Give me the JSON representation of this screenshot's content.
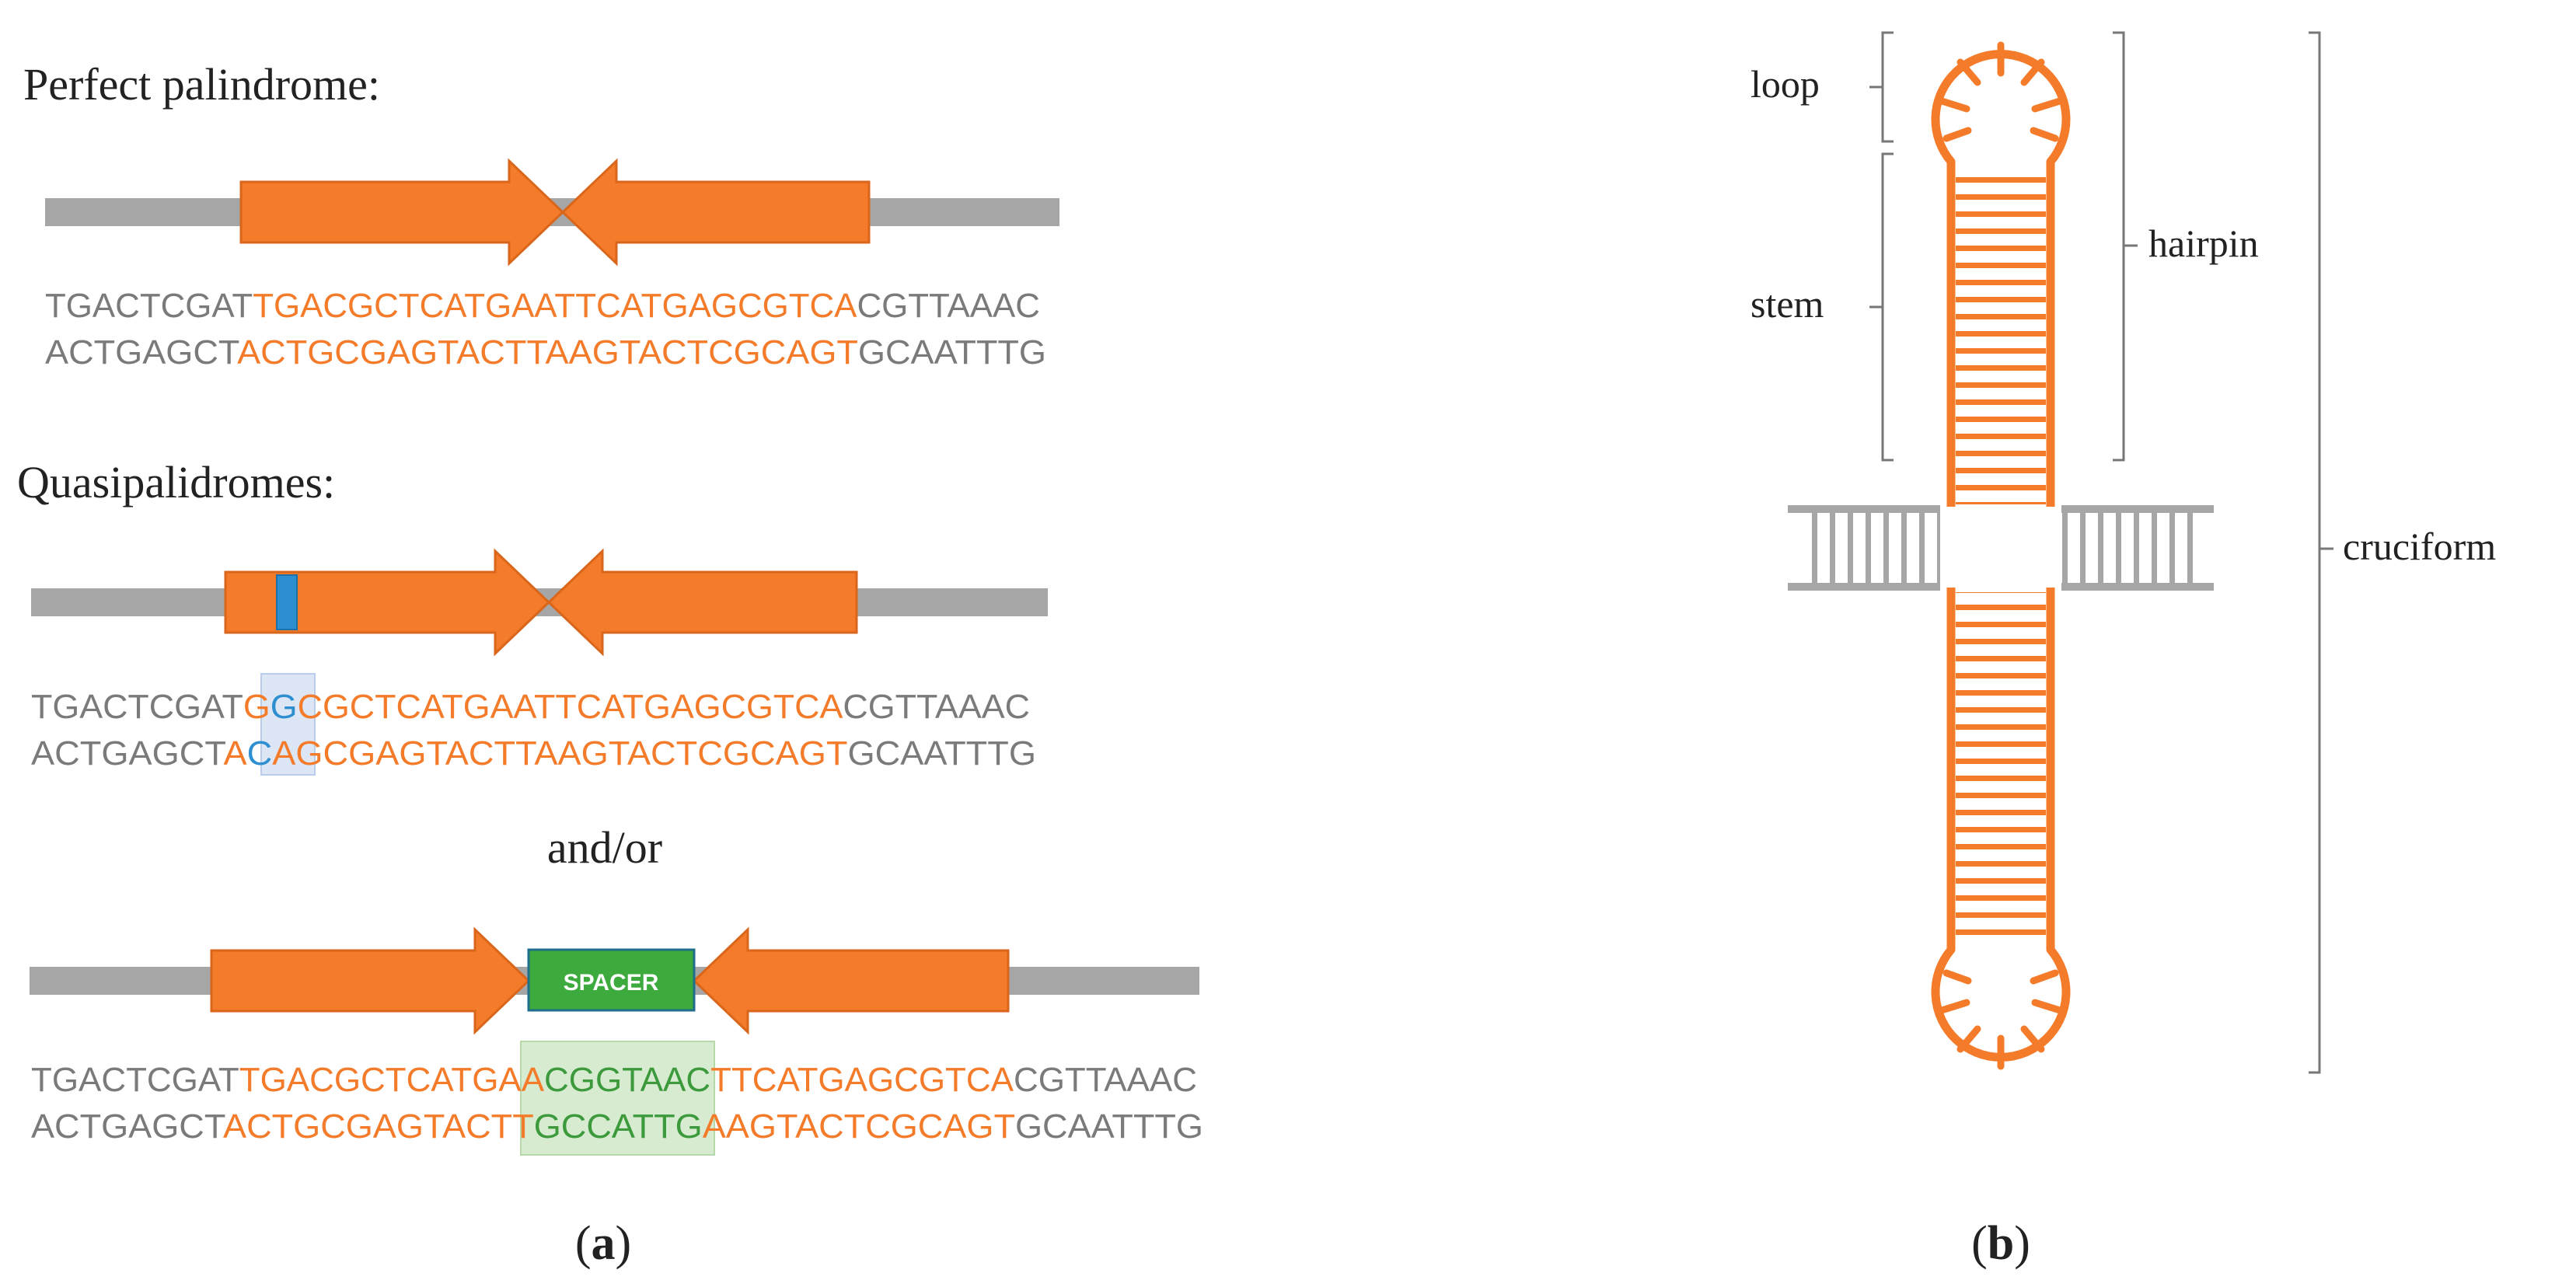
{
  "colors": {
    "orange": "#F47B2A",
    "orange_edge": "#D9661B",
    "gray": "#A6A6A6",
    "gray_text": "#7A7A7A",
    "blue": "#2E8FD0",
    "blue_highlight": "#DCE6F5",
    "green": "#3DAA3D",
    "green_text": "#3C9A3C",
    "green_highlight": "#D6EBCF"
  },
  "panel_a": {
    "label": "a",
    "perfect_title": "Perfect palindrome:",
    "quasi_title": "Quasipalidromes:",
    "andor": "and/or",
    "spacer_label": "SPACER",
    "perfect": {
      "top": {
        "pre": "TGACTCGAT",
        "pal": "TGACGCTCATGAATTCATGAGCGTCA",
        "post": "CGTTAAAC"
      },
      "bottom": {
        "pre": "ACTGAGCT",
        "pal": "ACTGCGAGTACTTAAGTACTCGCAGT",
        "post": "GCAATTTG"
      }
    },
    "quasi": {
      "top": {
        "pre": "TGACTCGAT",
        "pal_a": "G",
        "mismatch": "G",
        "pal_b": "CGCTCATGAATTCATGAGCGTCA",
        "post": "CGTTAAAC"
      },
      "bottom": {
        "pre": "ACTGAGCT",
        "pal_a": "A",
        "mismatch": "C",
        "pal_b": "AGCGAGTACTTAAGTACTCGCAGT",
        "post": "GCAATTTG"
      }
    },
    "spacer": {
      "top": {
        "pre": "TGACTCGAT",
        "pal_a": "TGACGCTCATGAA",
        "spacer": "CGGTAAC",
        "pal_b": "TTCATGAGCGTCA",
        "post": "CGTTAAAC"
      },
      "bottom": {
        "pre": "ACTGAGCT",
        "pal_a": "ACTGCGAGTACTT",
        "spacer": "GCCATTG",
        "pal_b": "AAGTACTCGCAGT",
        "post": "GCAATTTG"
      }
    }
  },
  "panel_b": {
    "label": "b",
    "loop": "loop",
    "stem": "stem",
    "hairpin": "hairpin",
    "cruciform": "cruciform"
  }
}
